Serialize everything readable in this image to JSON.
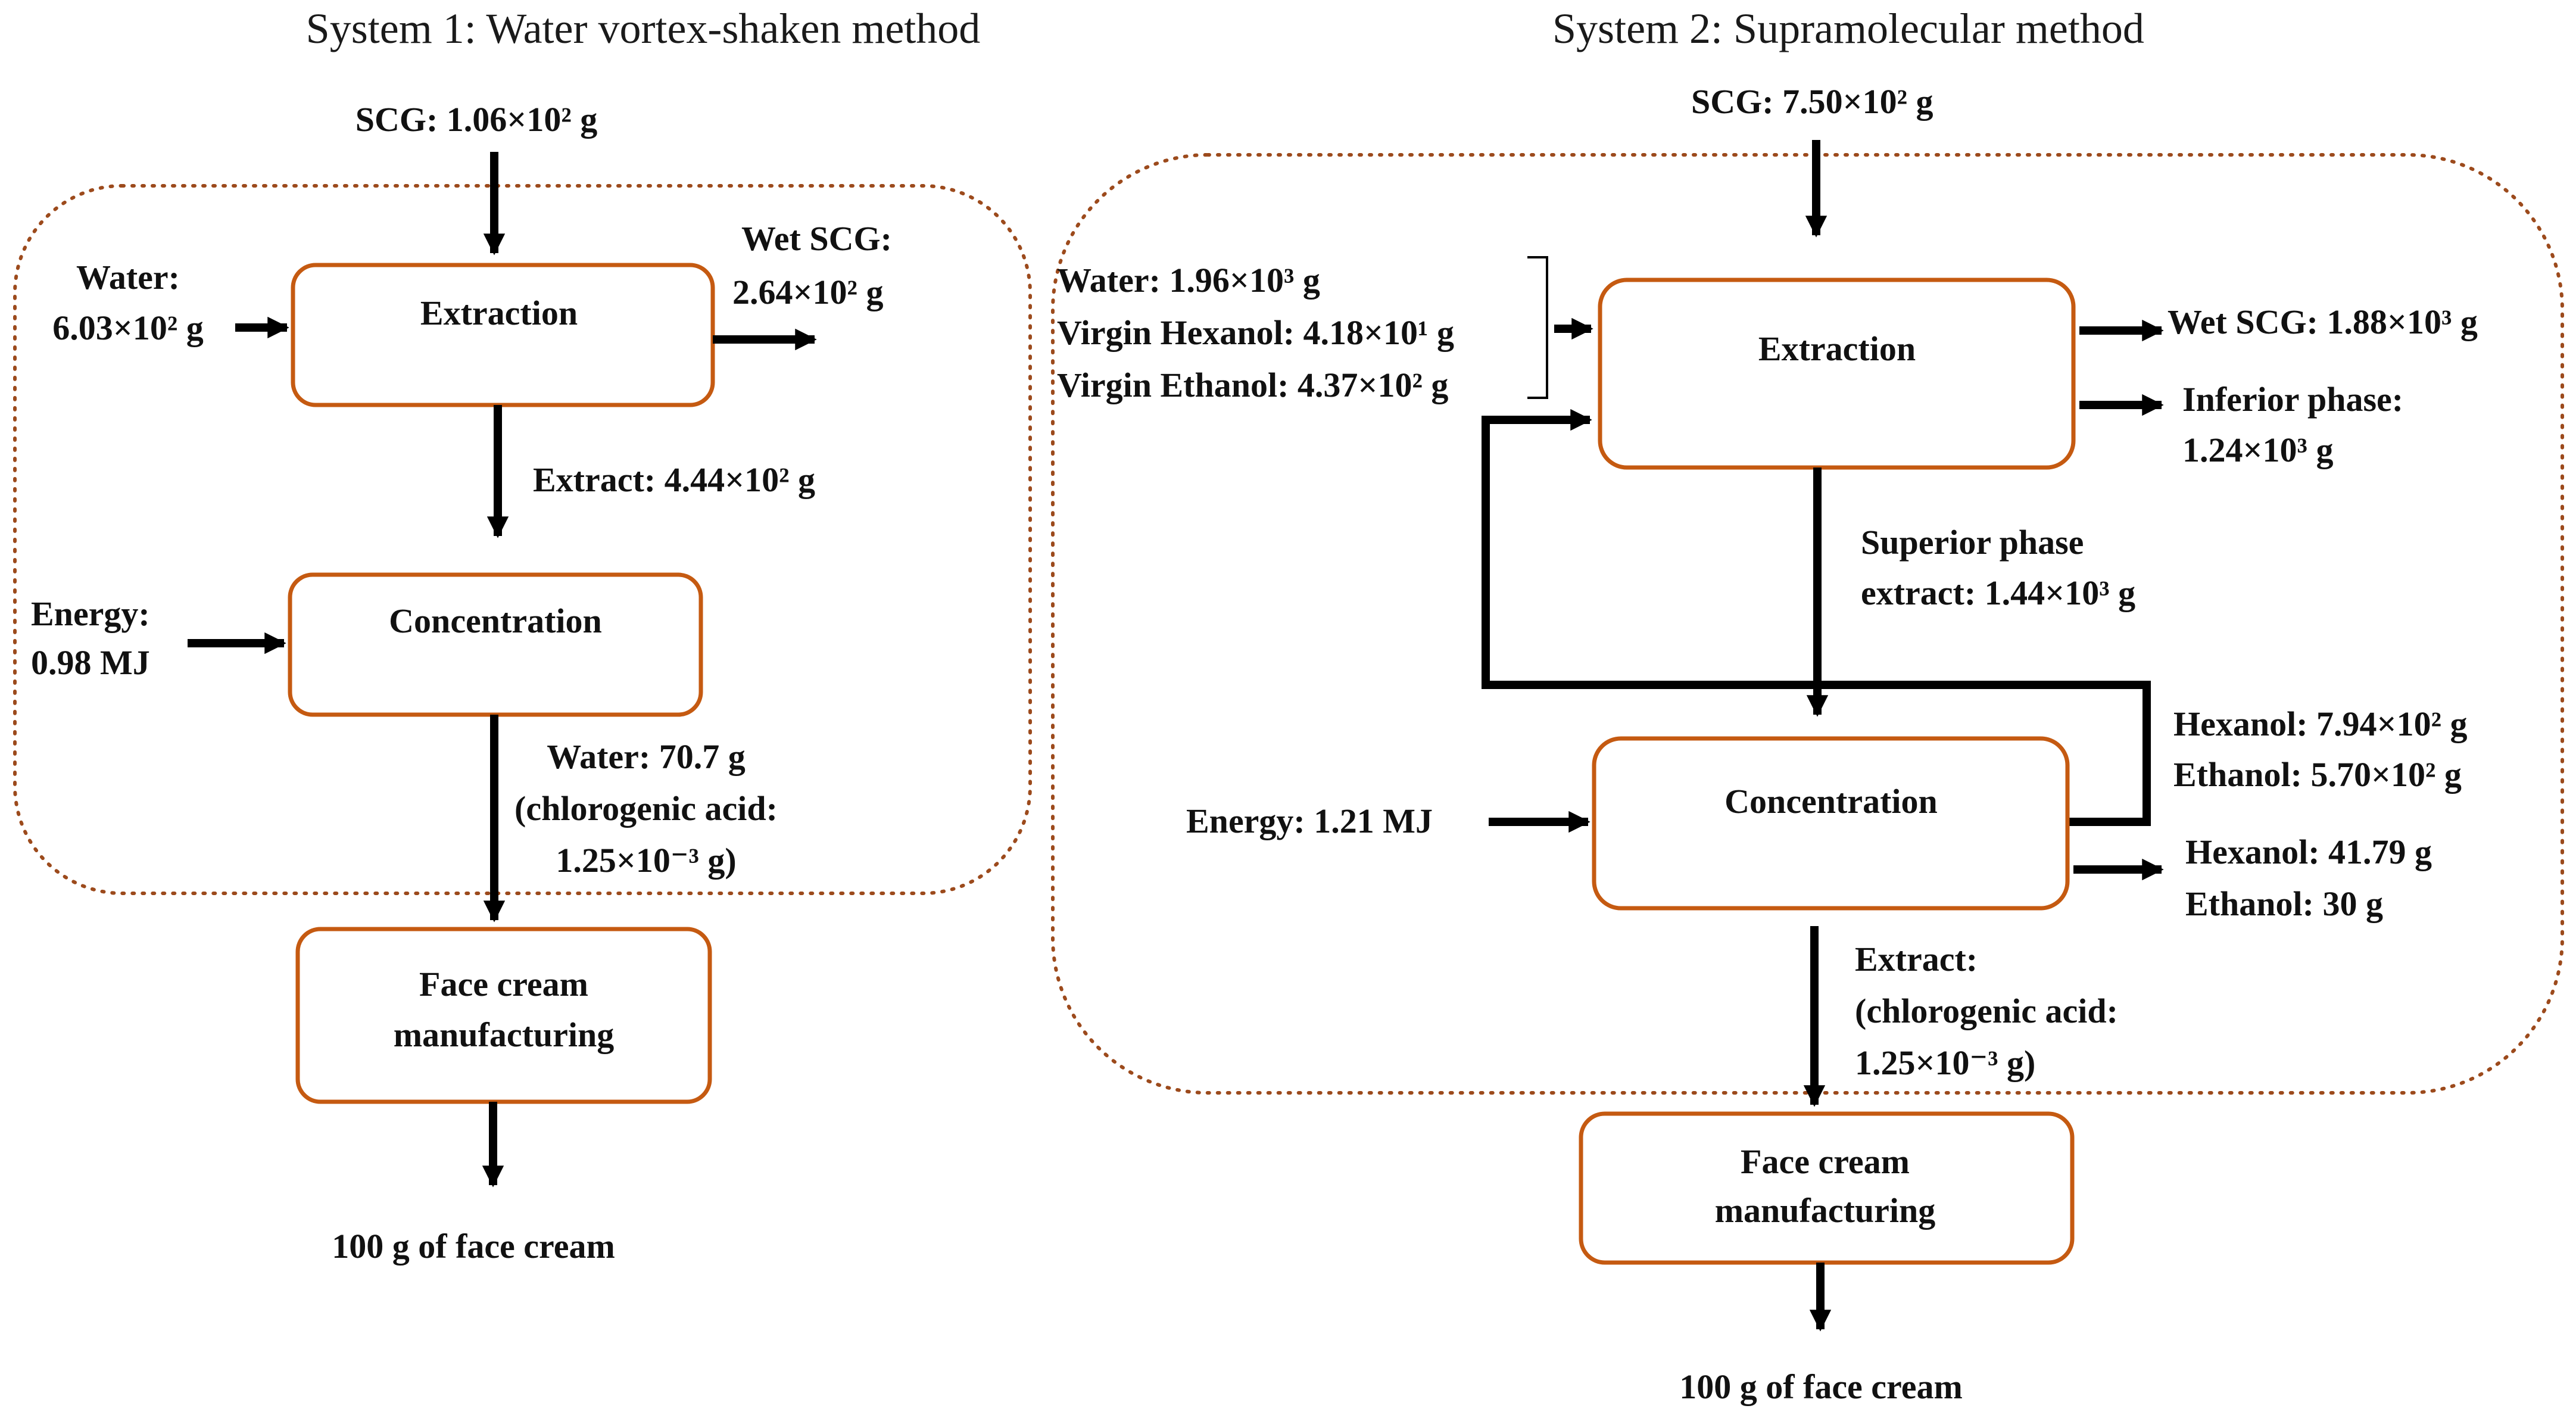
{
  "system1": {
    "title": "System 1: Water vortex-shaken method",
    "scg_input": "SCG: 1.06×10² g",
    "water_input": [
      "Water:",
      "6.03×10² g"
    ],
    "wet_scg_output": [
      "Wet SCG:",
      "2.64×10² g"
    ],
    "extract_flow": "Extract: 4.44×10² g",
    "energy_input": [
      "Energy:",
      "0.98 MJ"
    ],
    "water_output": [
      "Water: 70.7 g",
      "(chlorogenic acid:",
      "1.25×10⁻³ g)"
    ],
    "boxes": {
      "extraction": [
        "Extraction"
      ],
      "concentration": [
        "Concentration"
      ],
      "face_cream": [
        "Face cream",
        "manufacturing"
      ]
    },
    "final_output": "100 g of face cream"
  },
  "system2": {
    "title": "System 2: Supramolecular method",
    "scg_input": "SCG: 7.50×10² g",
    "inputs": [
      "Water: 1.96×10³ g",
      "Virgin Hexanol: 4.18×10¹ g",
      "Virgin Ethanol: 4.37×10² g"
    ],
    "wet_scg_output": "Wet SCG: 1.88×10³ g",
    "inferior_phase_output": [
      "Inferior phase:",
      "1.24×10³ g"
    ],
    "superior_phase_flow": [
      "Superior phase",
      "extract: 1.44×10³ g"
    ],
    "recycle_output": [
      "Hexanol: 7.94×10² g",
      "Ethanol: 5.70×10² g"
    ],
    "loss_output": [
      "Hexanol: 41.79 g",
      "Ethanol: 30 g"
    ],
    "energy_input": "Energy: 1.21 MJ",
    "extract_flow": [
      "Extract:",
      "(chlorogenic acid:",
      "1.25×10⁻³ g)"
    ],
    "boxes": {
      "extraction": [
        "Extraction"
      ],
      "concentration": [
        "Concentration"
      ],
      "face_cream": [
        "Face cream",
        "manufacturing"
      ]
    },
    "final_output": "100 g of face cream"
  }
}
